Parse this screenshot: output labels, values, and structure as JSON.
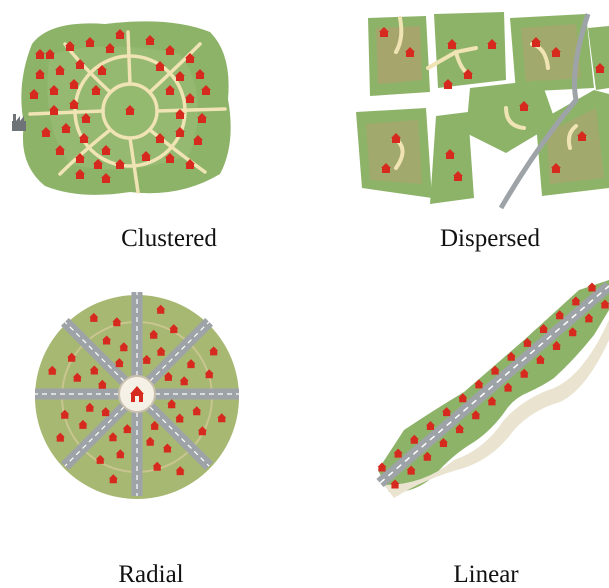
{
  "panels": [
    {
      "id": "clustered",
      "caption": "Clustered"
    },
    {
      "id": "dispersed",
      "caption": "Dispersed"
    },
    {
      "id": "radial",
      "caption": "Radial"
    },
    {
      "id": "linear",
      "caption": "Linear"
    }
  ],
  "colors": {
    "land": "#8db369",
    "land_dark": "#7ba65a",
    "land_brown": "#b0a16e",
    "path": "#f0e3b4",
    "road": "#9ea3a8",
    "road_mark": "#ffffff",
    "house": "#d62a1e",
    "building": "#6d7377"
  }
}
